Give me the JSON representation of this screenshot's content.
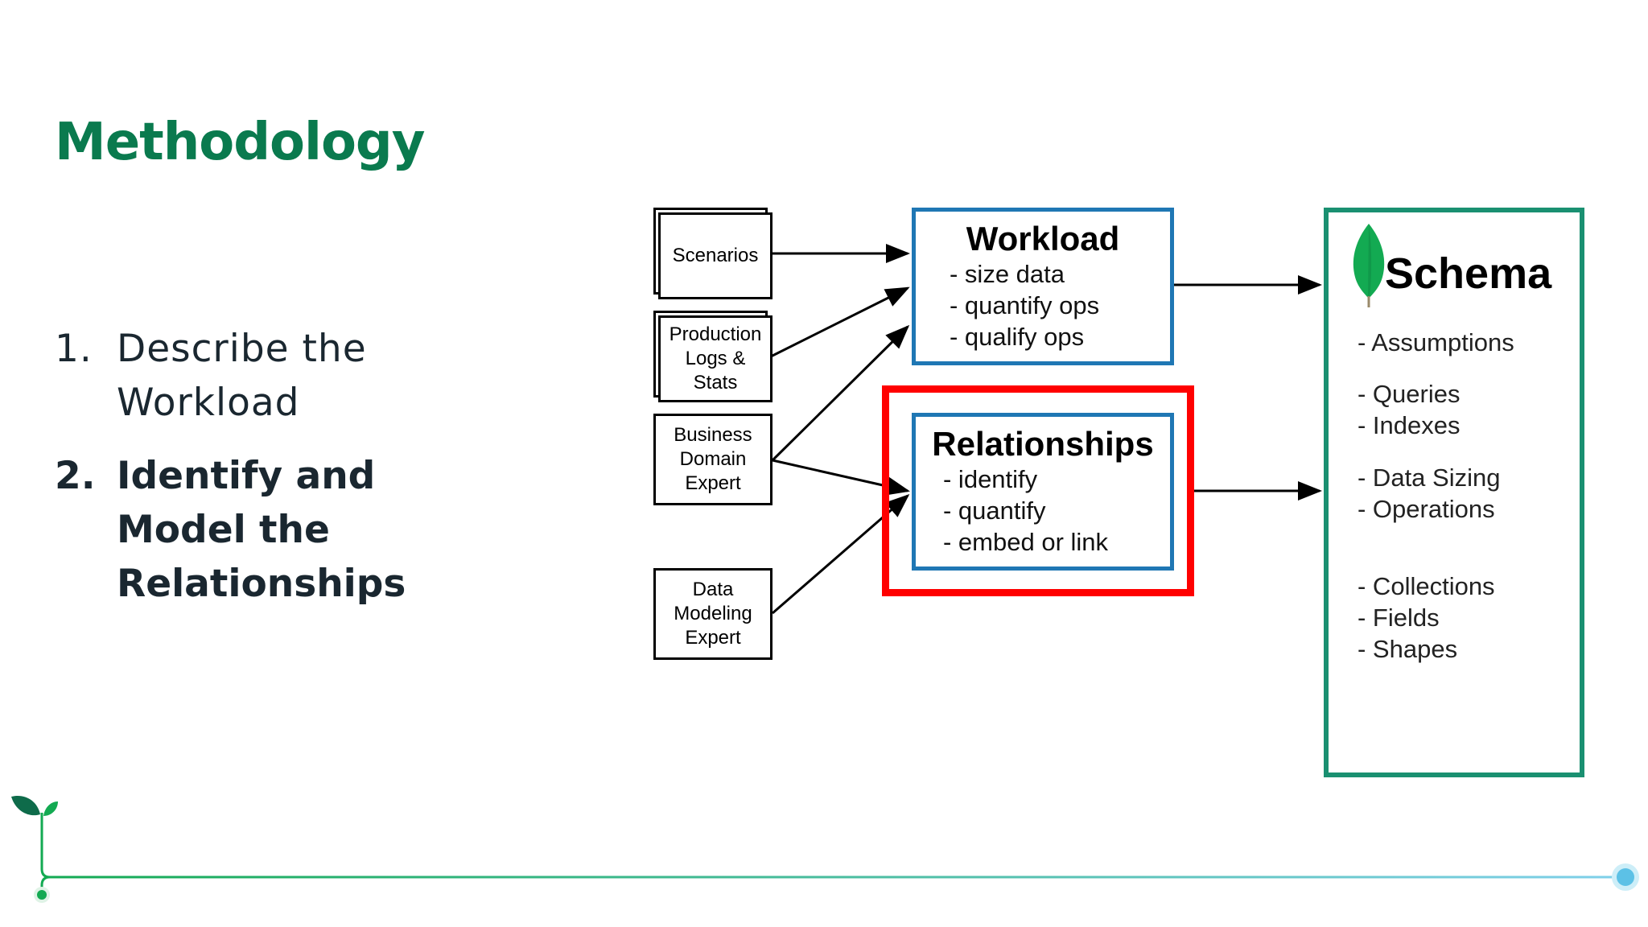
{
  "slide": {
    "title": "Methodology",
    "steps": [
      {
        "number": "1.",
        "text": "Describe the Workload"
      },
      {
        "number": "2.",
        "text": "Identify and Model the Relationships"
      }
    ]
  },
  "diagram": {
    "inputs": [
      {
        "label": "Scenarios"
      },
      {
        "label": "Production Logs & Stats"
      },
      {
        "label": "Business Domain Expert"
      },
      {
        "label": "Data Modeling Expert"
      }
    ],
    "workload": {
      "title": "Workload",
      "items": [
        "- size data",
        "- quantify ops",
        "- qualify ops"
      ]
    },
    "relationships": {
      "title": "Relationships",
      "items": [
        "- identify",
        "- quantify",
        "- embed or link"
      ]
    },
    "schema": {
      "title": "Schema",
      "groups": [
        [
          "- Assumptions"
        ],
        [
          "- Queries",
          "- Indexes"
        ],
        [
          "- Data Sizing",
          "- Operations"
        ],
        [
          "- Collections",
          "- Fields",
          "- Shapes"
        ]
      ]
    }
  },
  "colors": {
    "title": "#0a7a4e",
    "workload_border": "#1f77b4",
    "highlight_border": "#ff0000",
    "schema_border": "#1a9071",
    "leaf": "#13aa52"
  }
}
